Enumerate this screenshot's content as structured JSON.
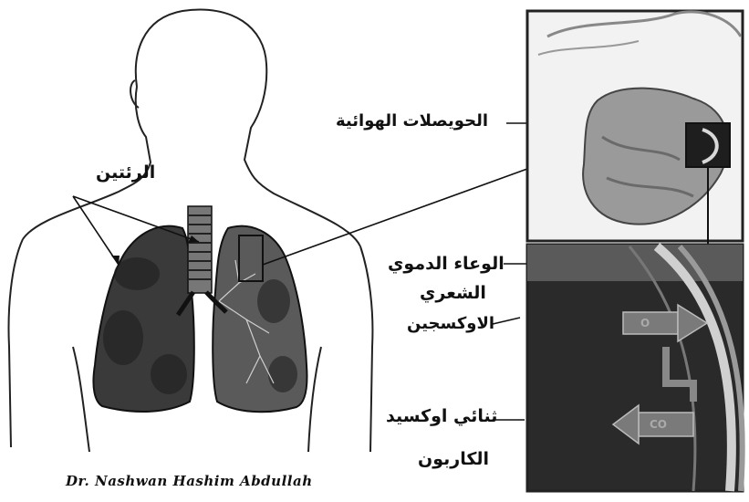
{
  "labels": {
    "lungs": "الرئتين",
    "alveoli": "الحويصلات الهوائية",
    "capillary_line1": "الوعاء الدموي",
    "capillary_line2": "الشعري",
    "oxygen": "الاوكسجين",
    "co2_line1": "ثنائي اوكسيد",
    "co2_line2": "الكاربون",
    "o2_symbol": "O",
    "co2_symbol": "CO"
  },
  "signature": "Dr. Nashwan Hashim Abdullah",
  "colors": {
    "ink": "#111111",
    "lung_fill": "#3a3a3a",
    "body_outline": "#222222",
    "inset_dark": "#2a2a2a",
    "inset_light": "#d8d8d8"
  }
}
